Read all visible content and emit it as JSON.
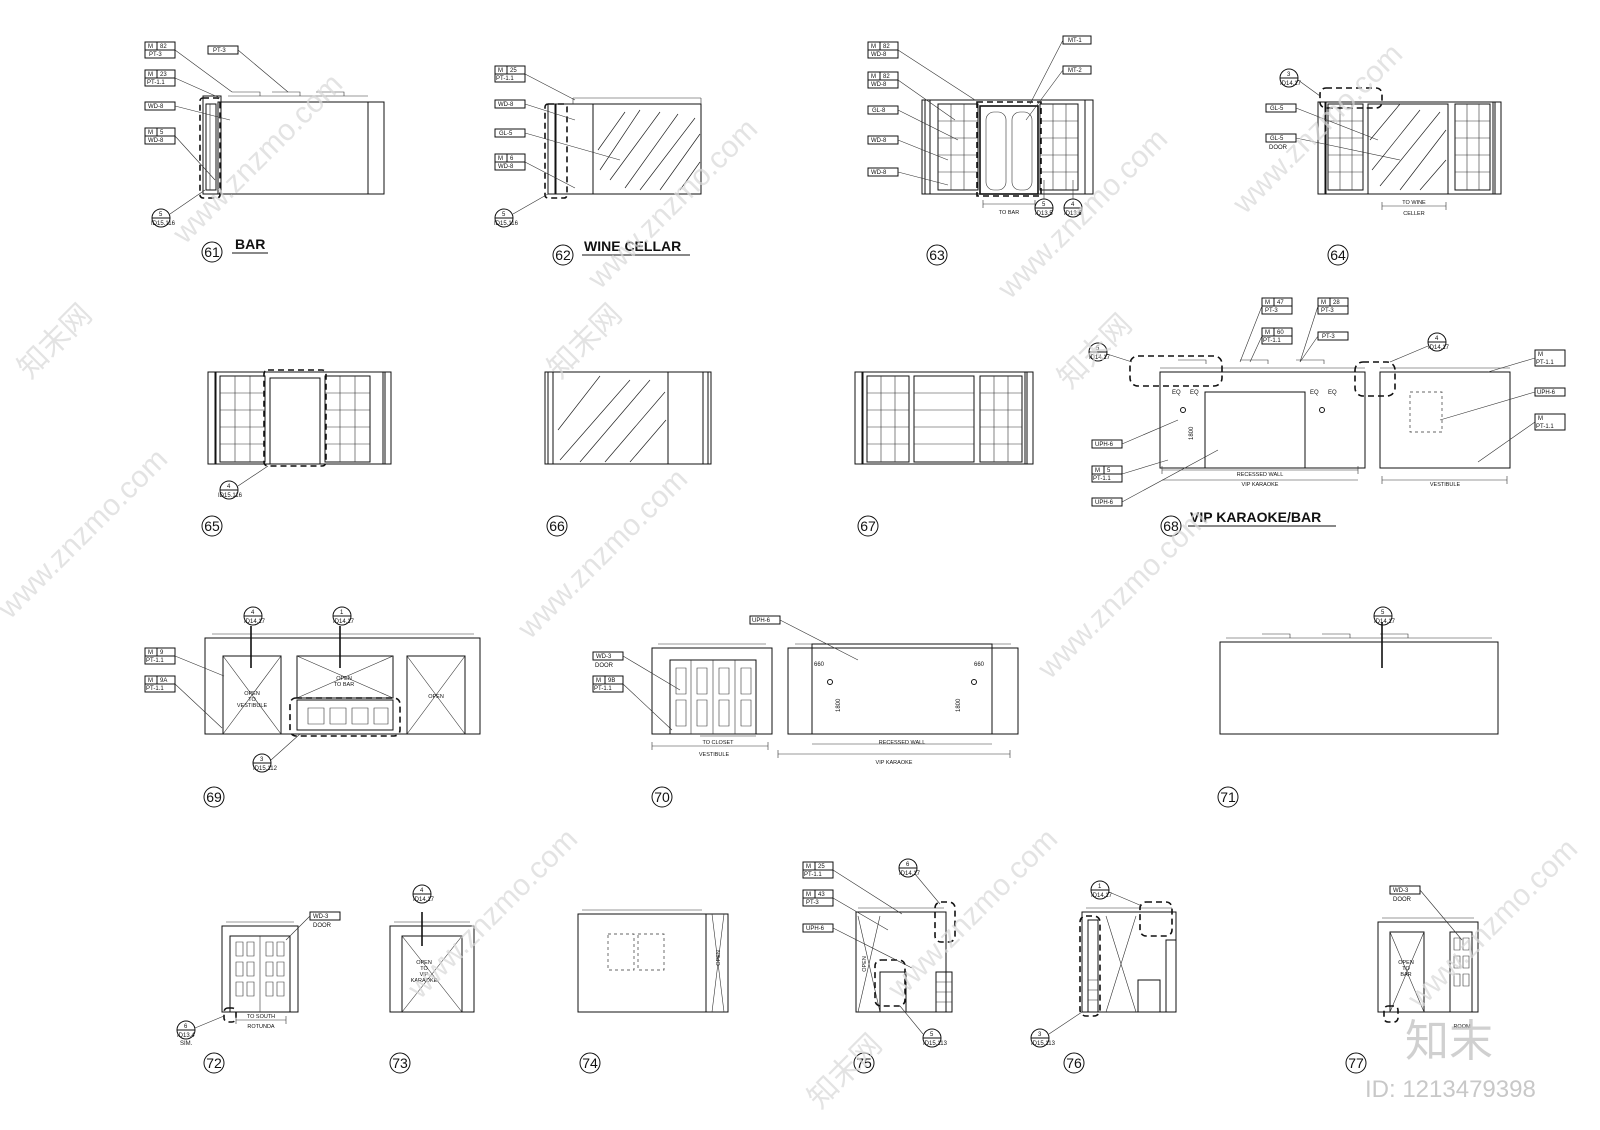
{
  "elevations": [
    {
      "num": "61",
      "title": "BAR"
    },
    {
      "num": "62",
      "title": "WINE CELLAR"
    },
    {
      "num": "63",
      "title": ""
    },
    {
      "num": "64",
      "title": ""
    },
    {
      "num": "65",
      "title": ""
    },
    {
      "num": "66",
      "title": ""
    },
    {
      "num": "67",
      "title": ""
    },
    {
      "num": "68",
      "title": "VIP KARAOKE/BAR"
    },
    {
      "num": "69",
      "title": ""
    },
    {
      "num": "70",
      "title": ""
    },
    {
      "num": "71",
      "title": ""
    },
    {
      "num": "72",
      "title": ""
    },
    {
      "num": "73",
      "title": ""
    },
    {
      "num": "74",
      "title": ""
    },
    {
      "num": "75",
      "title": ""
    },
    {
      "num": "76",
      "title": ""
    },
    {
      "num": "77",
      "title": ""
    }
  ],
  "tags": {
    "m": "M",
    "pt3": "PT-3",
    "pt11": "PT-1.1",
    "wd8": "WD-8",
    "wd3": "WD-3",
    "gl5": "GL-5",
    "gl8": "GL-8",
    "mt1": "MT-1",
    "mt2": "MT-2",
    "uph6": "UPH-6",
    "door": "DOOR",
    "n82": "82",
    "n23": "23",
    "n5": "5",
    "n25": "25",
    "n6": "6",
    "n47": "47",
    "n28": "28",
    "n60": "60",
    "n9": "9",
    "n9a": "9A",
    "n9b": "9B",
    "n43": "43"
  },
  "refs": {
    "id15_116": "ID15.116",
    "id13_5": "ID13.5",
    "id13_6": "ID13.6",
    "id14_17": "ID14.17",
    "id15_112": "ID15.112",
    "id15_113": "ID15.113",
    "id13_4": "ID13.4",
    "r1": "1",
    "r3": "3",
    "r4": "4",
    "r5": "5",
    "r6": "6",
    "sim": "SIM."
  },
  "labels": {
    "to_bar": "TO BAR",
    "to_wine": "TO WINE",
    "celler": "CELLER",
    "eq": "EQ",
    "dim1800": "1800",
    "dim660": "660",
    "recessed_wall": "RECESSED WALL",
    "vip_karaoke": "VIP KARAOKE",
    "vestibule": "VESTIBULE",
    "to_closet": "TO CLOSET",
    "open": "OPEN",
    "to": "TO",
    "bar": "BAR",
    "vip": "VIP",
    "karaoke": "KARAOKE",
    "to_south": "TO SOUTH",
    "rotunda": "ROTUNDA",
    "room": "ROOM"
  },
  "watermark": {
    "site": "www.znzmo.com",
    "brand": "知末网",
    "logo": "知末",
    "id": "ID: 1213479398"
  }
}
